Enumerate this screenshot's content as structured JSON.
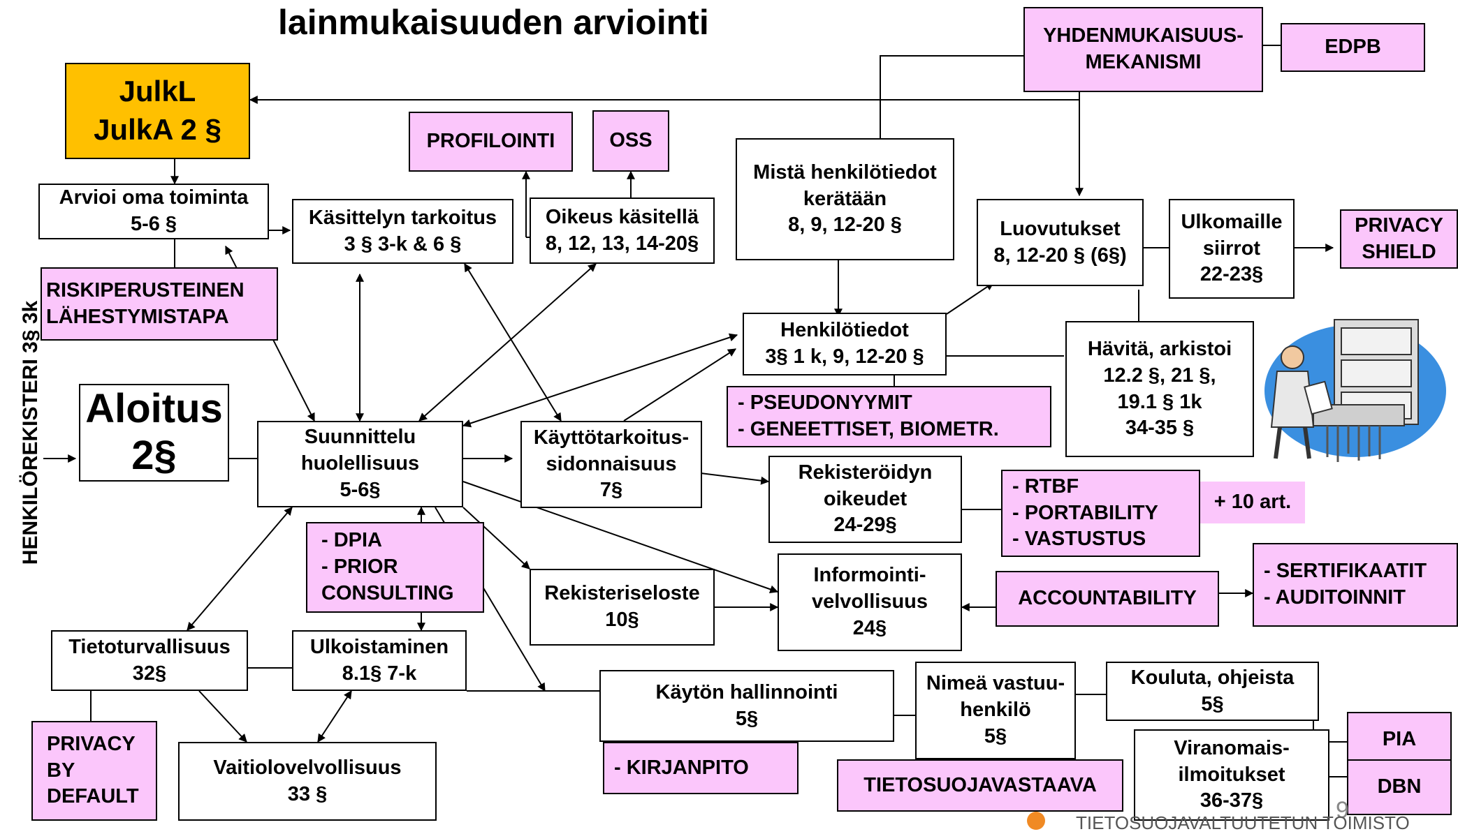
{
  "title_lines": [
    "lainmukaisuuden arviointi"
  ],
  "side_label": "HENKILÖREKISTERI 3§ 3k",
  "page_number": "9",
  "footer_text": "TIETOSUOJAVALTUUTETUN TOIMISTO",
  "colors": {
    "pink": "#fbc6fb",
    "gold": "#ffc000",
    "line": "#000000"
  },
  "boxes": {
    "yhdenmukaisuus": [
      "YHDENMUKAISUUS-",
      "MEKANISMI"
    ],
    "edpb": [
      "EDPB"
    ],
    "julkl": [
      "JulkL",
      "JulkA 2 §"
    ],
    "profilointi": [
      "PROFILOINTI"
    ],
    "oss": [
      "OSS"
    ],
    "mista": [
      "Mistä henkilötiedot",
      "kerätään",
      "8, 9, 12-20 §"
    ],
    "arvioi": [
      "Arvioi oma toiminta",
      "5-6 §"
    ],
    "kasittelyn": [
      "Käsittelyn tarkoitus",
      "3 § 3-k & 6 §"
    ],
    "oikeus": [
      "Oikeus käsitellä",
      "8, 12, 13, 14-20§"
    ],
    "luovutukset": [
      "Luovutukset",
      "8, 12-20 § (6§)"
    ],
    "ulkomaille": [
      "Ulkomaille",
      "siirrot",
      "22-23§"
    ],
    "privacy_shield": [
      "PRIVACY",
      "SHIELD"
    ],
    "riski": [
      "RISKIPERUSTEINEN",
      "LÄHESTYMISTAPA"
    ],
    "henkilotiedot": [
      "Henkilötiedot",
      "3§ 1 k, 9, 12-20 §"
    ],
    "havita": [
      "Hävitä, arkistoi",
      "12.2 §, 21 §,",
      "19.1 § 1k",
      "34-35 §"
    ],
    "aloitus": [
      "Aloitus",
      "2§"
    ],
    "pseudo": [
      "- PSEUDONYYMIT",
      "- GENEETTISET, BIOMETR."
    ],
    "suunnittelu": [
      "Suunnittelu",
      "huolellisuus",
      "5-6§"
    ],
    "kayttotarkoitus": [
      "Käyttötarkoitus-",
      "sidonnaisuus",
      "7§"
    ],
    "rekisteroidyn": [
      "Rekisteröidyn",
      "oikeudet",
      "24-29§"
    ],
    "rtbf": [
      "- RTBF",
      "- PORTABILITY",
      "- VASTUSTUS"
    ],
    "plus10": [
      "+ 10 art."
    ],
    "dpia": [
      "- DPIA",
      "- PRIOR",
      "CONSULTING"
    ],
    "rekisteriseloste": [
      "Rekisteriseloste",
      "10§"
    ],
    "informointi": [
      "Informointi-",
      "velvollisuus",
      "24§"
    ],
    "accountability": [
      "ACCOUNTABILITY"
    ],
    "sertifikaatit": [
      "- SERTIFIKAATIT",
      "- AUDITOINNIT"
    ],
    "tietoturvallisuus": [
      "Tietoturvallisuus",
      "32§"
    ],
    "ulkoistaminen": [
      "Ulkoistaminen",
      "8.1§ 7-k"
    ],
    "kayton": [
      "Käytön hallinnointi",
      "5§"
    ],
    "nimea": [
      "Nimeä vastuu-",
      "henkilö",
      "5§"
    ],
    "kouluta": [
      "Kouluta, ohjeista",
      "5§"
    ],
    "pia": [
      "PIA"
    ],
    "privacy_default": [
      "PRIVACY",
      "BY",
      "DEFAULT"
    ],
    "vaitiolo": [
      "Vaitiolovelvollisuus",
      "33 §"
    ],
    "kirjanpito": [
      "- KIRJANPITO"
    ],
    "tietosuojavastaava": [
      "TIETOSUOJAVASTAAVA"
    ],
    "viranomais": [
      "Viranomais-",
      "ilmoitukset",
      "36-37§"
    ],
    "dbn": [
      "DBN"
    ]
  }
}
